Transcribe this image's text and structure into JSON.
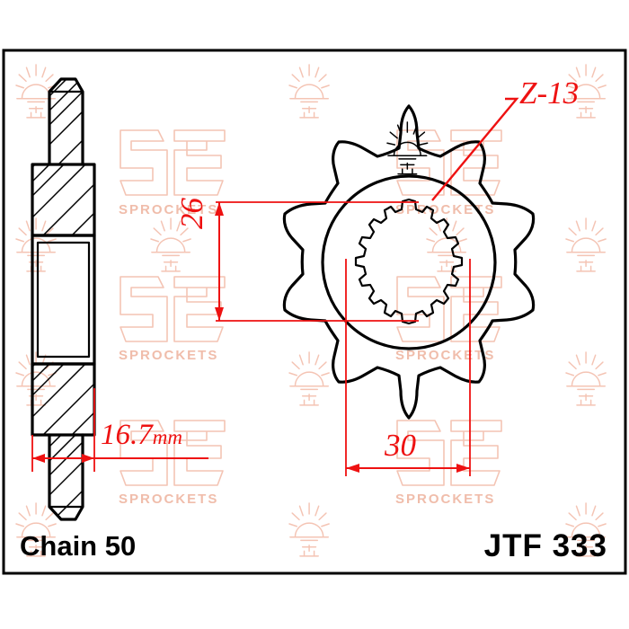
{
  "drawing": {
    "title": "JTF 333 front sprocket technical drawing",
    "views": {
      "side_section": {
        "name": "side-section-view",
        "description": "cross-section profile with hatching"
      },
      "face": {
        "name": "sprocket-face-view",
        "description": "front face showing teeth and splined bore"
      }
    },
    "annotations": [
      {
        "id": "teeth-count",
        "label": "Z-13",
        "color": "#ee1111",
        "type": "leader-callout",
        "meaning": "13 teeth"
      },
      {
        "id": "bore-height",
        "label": "26",
        "color": "#ee1111",
        "type": "vertical-dimension",
        "orientation": "vertical"
      },
      {
        "id": "bore-width",
        "label": "30",
        "color": "#ee1111",
        "type": "horizontal-dimension",
        "orientation": "horizontal"
      },
      {
        "id": "thickness",
        "value": "16.7",
        "unit": "mm",
        "color": "#ee1111",
        "type": "horizontal-dimension",
        "orientation": "horizontal"
      }
    ]
  },
  "footer": {
    "chain_label": "Chain 50",
    "part_code": "JTF 333"
  },
  "watermark": {
    "brand_text": "SPROCKETS",
    "brand_color": "#f0bdab",
    "sun_icon": "sun-logo-icon",
    "jt_icon": "jt-monogram-icon"
  },
  "colors": {
    "dimension_red": "#ee1111",
    "outline_black": "#000000",
    "watermark_pink": "#f4c4b4",
    "background": "#ffffff"
  }
}
